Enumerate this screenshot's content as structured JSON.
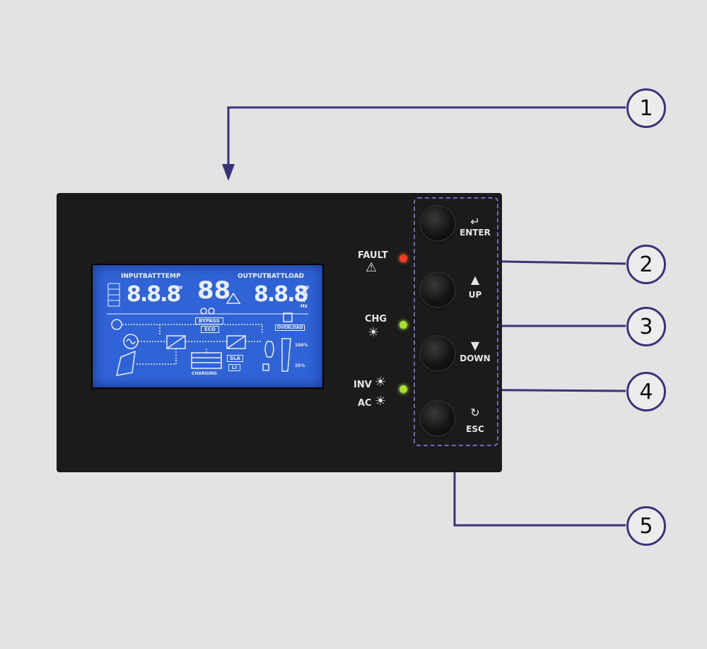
{
  "lcd": {
    "input_batt_temp": "INPUTBATTTEMP",
    "output_batt_load": "OUTPUTBATTLOAD",
    "left_digits": "8.8.8",
    "center_digits": "88",
    "right_digits": "8.8.8",
    "bypass": "BYPASS",
    "eco": "ECO",
    "charging": "CHARGING",
    "overload": "OVERLOAD",
    "sla": "SLA",
    "li": "LI",
    "pct_100": "100%",
    "pct_25": "25%",
    "units_top": "kW",
    "units_mid": "VA",
    "units_pct": "%",
    "units_hz": "Hz"
  },
  "leds": {
    "fault": {
      "label": "FAULT",
      "color": "#ff3b1f"
    },
    "chg": {
      "label": "CHG",
      "color": "#a6e22e"
    },
    "inv": {
      "label": "INV",
      "color": "#a6e22e"
    },
    "ac": {
      "label": "AC"
    }
  },
  "keys": {
    "enter": "ENTER",
    "up": "UP",
    "down": "DOWN",
    "esc": "ESC"
  },
  "callouts": [
    "1",
    "2",
    "3",
    "4",
    "5"
  ],
  "colors": {
    "panel": "#1b1b1b",
    "lcd": "#2f63d6",
    "callout_line": "#3b337a",
    "dashed_border": "#6d68c0"
  }
}
